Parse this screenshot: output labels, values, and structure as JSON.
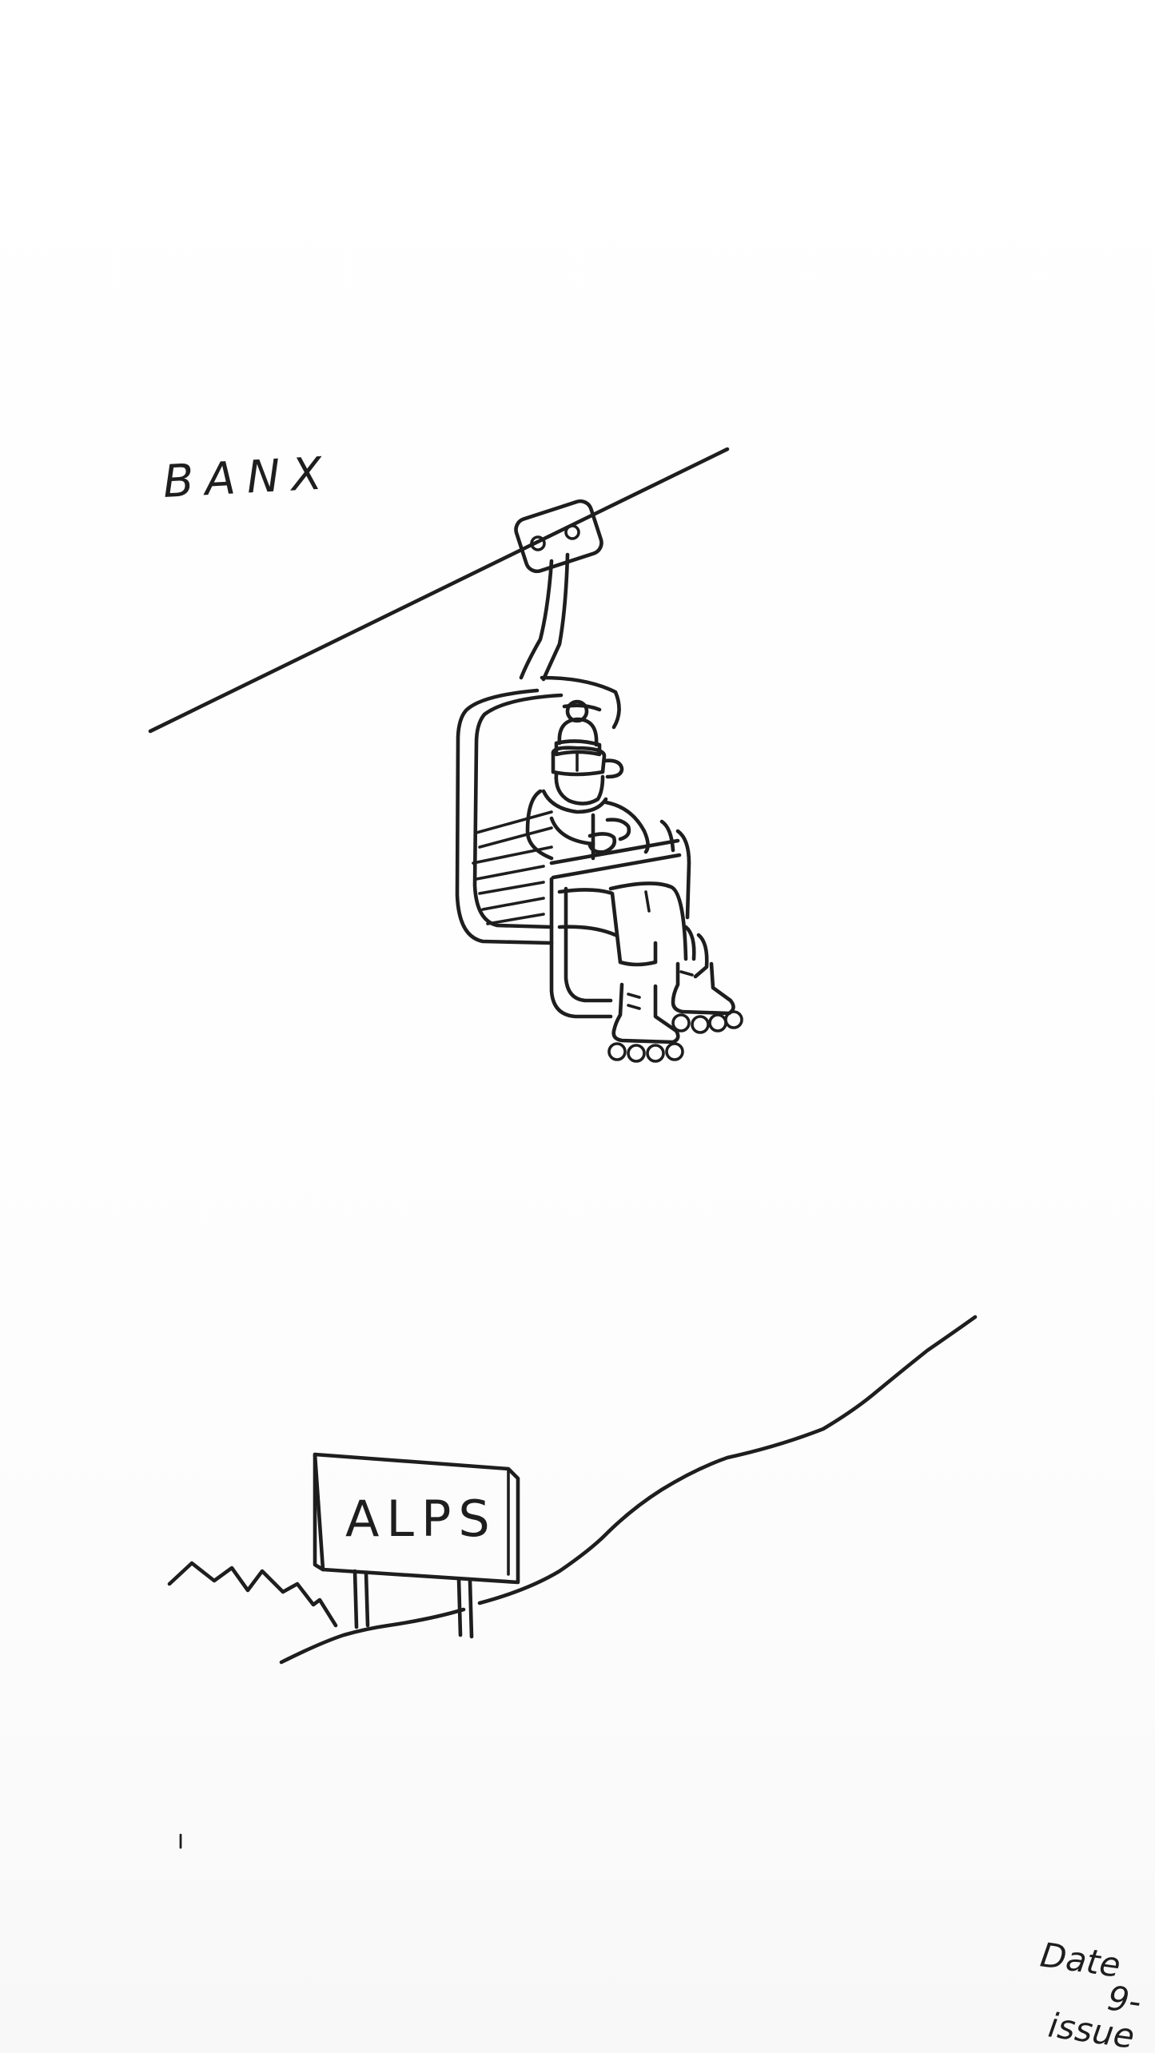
{
  "cartoon": {
    "signature": "BANX",
    "sign_label": "ALPS",
    "margin_note": {
      "line1": "Date",
      "line2": "9-",
      "line3": "issue"
    }
  },
  "colors": {
    "ink": "#1e1e1e",
    "paper": "#ffffff"
  }
}
